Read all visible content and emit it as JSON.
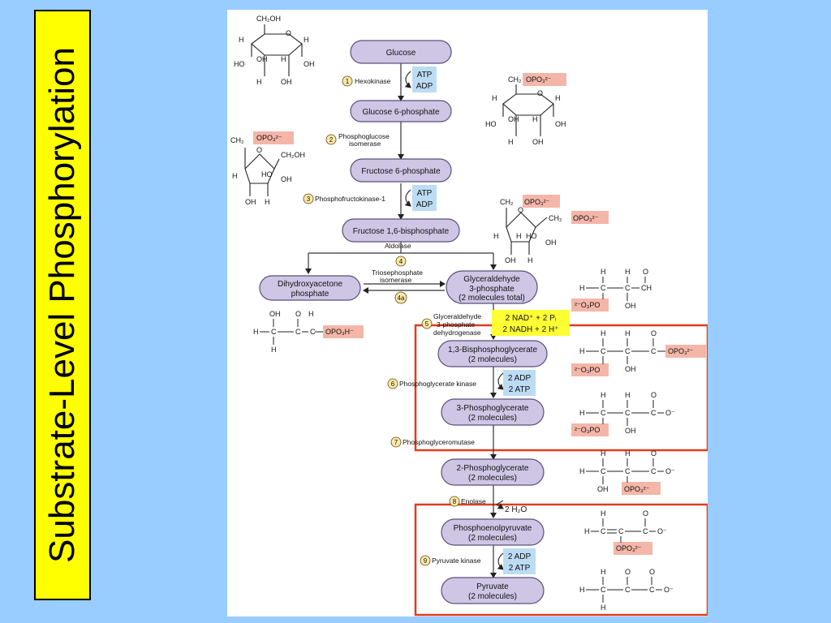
{
  "title": "Substrate-Level Phosphorylation",
  "colors": {
    "background": "#99ccff",
    "title_fill": "#ffff00",
    "pill_fill": "#cfc6e6",
    "pill_stroke": "#5b4f7a",
    "cofactor_fill": "#bcdcf4",
    "phosphate_fill": "#f4b6a8",
    "nad_fill": "#ffff33",
    "highlight_box": "#e03c1e",
    "step_circle": "#fde8a8"
  },
  "metabolites": {
    "glucose": "Glucose",
    "g6p": "Glucose 6-phosphate",
    "f6p": "Fructose 6-phosphate",
    "f16bp": "Fructose 1,6-bisphosphate",
    "dhap_1": "Dihydroxyacetone",
    "dhap_2": "phosphate",
    "g3p_1": "Glyceraldehyde",
    "g3p_2": "3-phosphate",
    "g3p_3": "(2 molecules total)",
    "bpg_1": "1,3-Bisphosphoglycerate",
    "bpg_2": "(2 molecules)",
    "pg3_1": "3-Phosphoglycerate",
    "pg3_2": "(2 molecules)",
    "pg2_1": "2-Phosphoglycerate",
    "pg2_2": "(2 molecules)",
    "pep_1": "Phosphoenolpyruvate",
    "pep_2": "(2 molecules)",
    "pyr_1": "Pyruvate",
    "pyr_2": "(2 molecules)"
  },
  "steps": {
    "s1_num": "1",
    "s1": "Hexokinase",
    "s2_num": "2",
    "s2a": "Phosphoglucose",
    "s2b": "isomerase",
    "s3_num": "3",
    "s3": "Phosphofructokinase-1",
    "s4_num": "4",
    "s4": "Aldolase",
    "s4a_num": "4a",
    "s4a_1": "Triosephosphate",
    "s4a_2": "isomerase",
    "s5_num": "5",
    "s5a": "Glyceraldehyde",
    "s5b": "3-phosphate",
    "s5c": "dehydrogenase",
    "s6_num": "6",
    "s6": "Phosphoglycerate kinase",
    "s7_num": "7",
    "s7": "Phosphoglyceromutase",
    "s8_num": "8",
    "s8": "Enolase",
    "s9_num": "9",
    "s9": "Pyruvate kinase"
  },
  "cofactors": {
    "atp": "ATP",
    "adp": "ADP",
    "two_adp": "2 ADP",
    "two_atp": "2 ATP",
    "nad_in": "2 NAD⁺ + 2 Pᵢ",
    "nadh_out": "2 NADH + 2 H⁺",
    "water": "2 H₂O"
  },
  "structure_text": {
    "ch2oh": "CH₂OH",
    "ch2": "CH₂",
    "opo3": "OPO₃²⁻",
    "o2po3": "²⁻O₃PO",
    "opo3h": "OPO₃H⁻",
    "oh": "OH",
    "ho": "HO",
    "h": "H",
    "o": "O",
    "c": "C",
    "ch": "CH",
    "ominus": "O⁻"
  }
}
